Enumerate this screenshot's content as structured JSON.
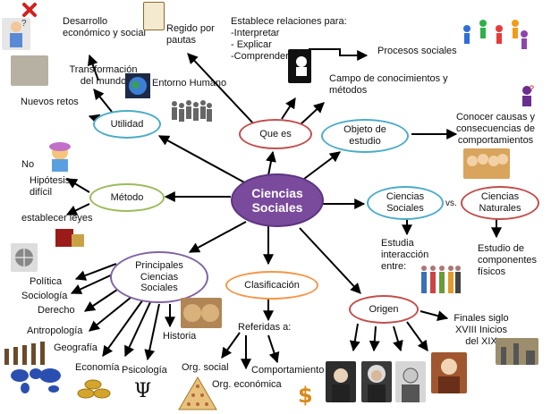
{
  "center": "Ciencias Sociales",
  "nodes": {
    "que_es": "Que es",
    "utilidad": "Utilidad",
    "metodo": "Método",
    "objeto": "Objeto de estudio",
    "ciencias_sociales_2": "Ciencias Sociales",
    "ciencias_naturales": "Ciencias Naturales",
    "principales": "Principales Ciencias Sociales",
    "clasificacion": "Clasificación",
    "origen": "Origen"
  },
  "labels": {
    "desarrollo": "Desarrollo económico y social",
    "regido": "Regido por pautas",
    "establece": "Establece relaciones para:\n-Interpretar\n- Explicar\n-Comprender",
    "procesos": "Procesos sociales",
    "campo": "Campo de conocimientos y métodos",
    "transformacion": "Transformación del mundo",
    "entorno": "Entorno Humano",
    "nuevos": "Nuevos retos",
    "conocer": "Conocer causas y consecuencias de comportamientos",
    "no": "No",
    "hipotesis": "Hipótesis difícil",
    "establecer": "establecer leyes",
    "vs": "vs.",
    "estudia": "Estudia interacción entre:",
    "componentes": "Estudio de componentes físicos",
    "politica": "Política",
    "sociologia": "Sociología",
    "derecho": "Derecho",
    "antropologia": "Antropología",
    "geografia": "Geografía",
    "economia": "Economía",
    "psicologia": "Psicología",
    "psi": "Ψ",
    "historia": "Historia",
    "referidas": "Referidas a:",
    "org_social": "Org. social",
    "comportamiento": "Comportamiento",
    "org_economica": "Org. económica",
    "finales": "Finales siglo XVIII Inicios del XIX"
  },
  "icons": [
    "close-icon",
    "scroll-icon",
    "people-network-icon",
    "question-person-icon",
    "globe-icon",
    "crowd-icon",
    "dollar-icon",
    "pyramid-icon",
    "world-map-icon",
    "coins-icon",
    "books-icon"
  ],
  "colors": {
    "center_fill": "#7a4a9c",
    "blue_border": "#4bacc6",
    "red_border": "#c0504d",
    "green_border": "#9bbb59",
    "purple_border": "#8064a2",
    "orange_border": "#f79646"
  }
}
